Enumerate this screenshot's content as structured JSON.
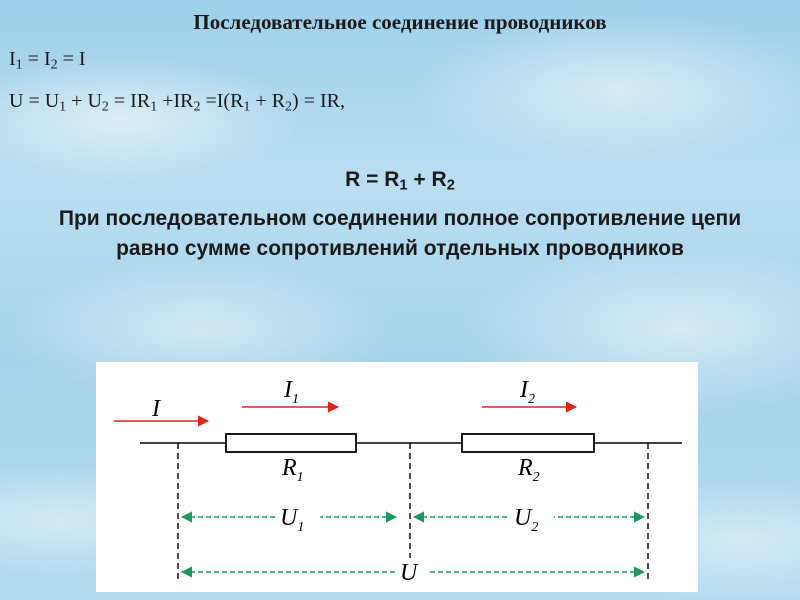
{
  "title": "Последовательное соединение проводников",
  "eq1": {
    "a": "I",
    "a_sub": "1",
    "eq1": " = ",
    "b": "I",
    "b_sub": "2",
    "eq2": " = ",
    "c": "I"
  },
  "eq2": {
    "p1": "U = U",
    "s1": "1",
    "p2": " + U",
    "s2": "2",
    "p3": " =  IR",
    "s3": "1",
    "p4": " +IR",
    "s4": "2",
    "p5": " =I(R",
    "s5": "1",
    "p6": " + R",
    "s6": "2",
    "p7": ") = IR,"
  },
  "formula": {
    "p1": "R = R",
    "s1": "1",
    "p2": " + R",
    "s2": "2"
  },
  "statement": "При последовательном соединении полное сопротивление цепи равно сумме сопротивлений отдельных проводников",
  "diagram": {
    "label_I": "I",
    "label_I1": "I",
    "label_I1_sub": "1",
    "label_I2": "I",
    "label_I2_sub": "2",
    "label_R1": "R",
    "label_R1_sub": "1",
    "label_R2": "R",
    "label_R2_sub": "2",
    "label_U1": "U",
    "label_U1_sub": "1",
    "label_U2": "U",
    "label_U2_sub": "2",
    "label_U": "U",
    "colors": {
      "current_arrow": "#e8201a",
      "voltage_arrow": "#1a9a5a",
      "wire": "#000000"
    }
  }
}
